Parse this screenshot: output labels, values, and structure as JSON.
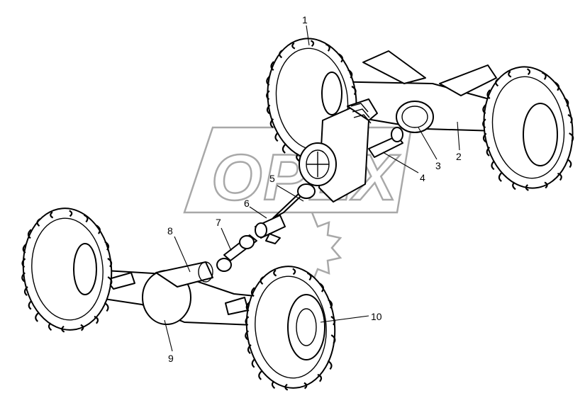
{
  "watermark": {
    "text": "OPEX",
    "color": "#9a9a9a"
  },
  "labels": [
    {
      "id": "1",
      "text": "1"
    },
    {
      "id": "2",
      "text": "2"
    },
    {
      "id": "3",
      "text": "3"
    },
    {
      "id": "4",
      "text": "4"
    },
    {
      "id": "5",
      "text": "5"
    },
    {
      "id": "6",
      "text": "6"
    },
    {
      "id": "7",
      "text": "7"
    },
    {
      "id": "8",
      "text": "8"
    },
    {
      "id": "9",
      "text": "9"
    },
    {
      "id": "10",
      "text": "10"
    }
  ]
}
